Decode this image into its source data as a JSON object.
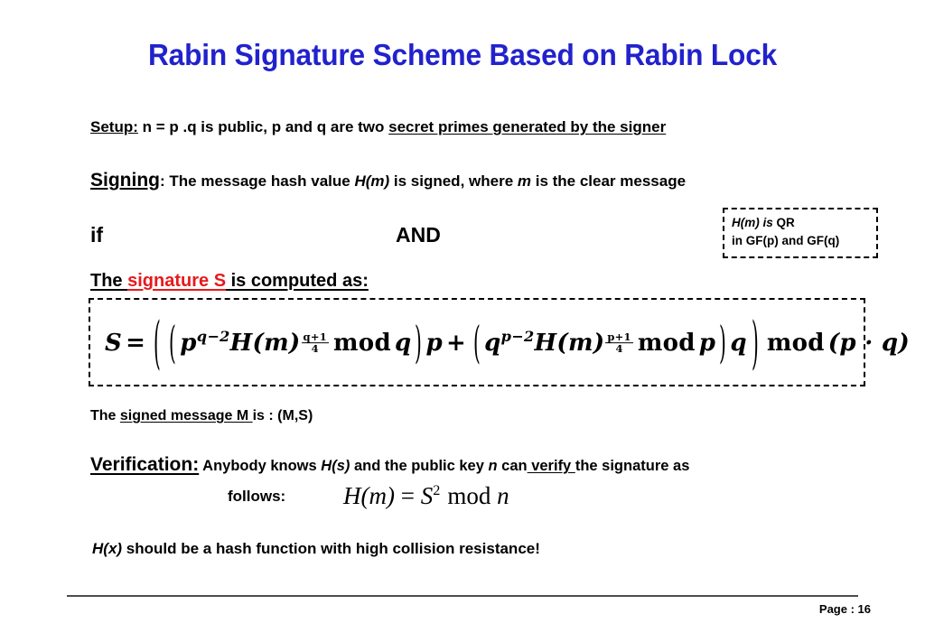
{
  "slide": {
    "title": "Rabin Signature Scheme Based on Rabin Lock",
    "title_color": "#2222cc"
  },
  "setup": {
    "label": "Setup:",
    "text_a": " n = p .q   is public, p and q are two ",
    "text_underlined": "secret primes generated by the signer"
  },
  "signing": {
    "label": "Signing",
    "colon": ": ",
    "text_a": "The message hash value ",
    "h_m": "H(m)",
    "text_b": " is signed, where ",
    "m": "m",
    "text_c": " is the clear message"
  },
  "condition": {
    "if_label": "if",
    "and_label": "AND",
    "callout_line1_italic": "H(m) is",
    "callout_line1_rest": " QR",
    "callout_line2": "in GF(p) and GF(q)"
  },
  "signature_line": {
    "the": "The ",
    "highlight": "signature S",
    "rest": " is computed as:",
    "highlight_color": "#e8191c"
  },
  "formula": {
    "latex": "S = ((p^{q-2} H(m)^{(q+1)/4} mod q) p + (q^{p-2} H(m)^{(p+1)/4} mod p) q) mod (p . q)",
    "lhs": "S",
    "equals": "=",
    "term1_base": "p",
    "term1_exp": "q−2",
    "term1_h": "H(m)",
    "term1_frac_num": "q+1",
    "term1_frac_den": "4",
    "term1_mod": "mod",
    "term1_modulus": "q",
    "term1_multiplier": "p",
    "plus": "+",
    "term2_base": "q",
    "term2_exp": "p−2",
    "term2_h": "H(m)",
    "term2_frac_num": "p+1",
    "term2_frac_den": "4",
    "term2_mod": "mod",
    "term2_modulus": "p",
    "term2_multiplier": "q",
    "outer_mod": "mod",
    "outer_modulus": "(p · q)"
  },
  "signed_message": {
    "the": "The  ",
    "underlined": "signed message M ",
    "rest": "is :   (M,S)"
  },
  "verification": {
    "label": "Verification:",
    "text_a": " Anybody knows ",
    "h_s": "H(s)",
    "text_b": " and the public key ",
    "n": "n",
    "text_c": "  can",
    "verify": " verify ",
    "text_d": "the signature as",
    "follows": "follows:",
    "equation_lhs": "H(m)",
    "equation_eq": "=",
    "equation_s": "S",
    "equation_exp": "2",
    "equation_mod": "mod",
    "equation_n": "n"
  },
  "note": {
    "h_x": "H(x)",
    "text": " should be a hash function with high collision resistance!"
  },
  "footer": {
    "page_label": "Page :  16"
  }
}
